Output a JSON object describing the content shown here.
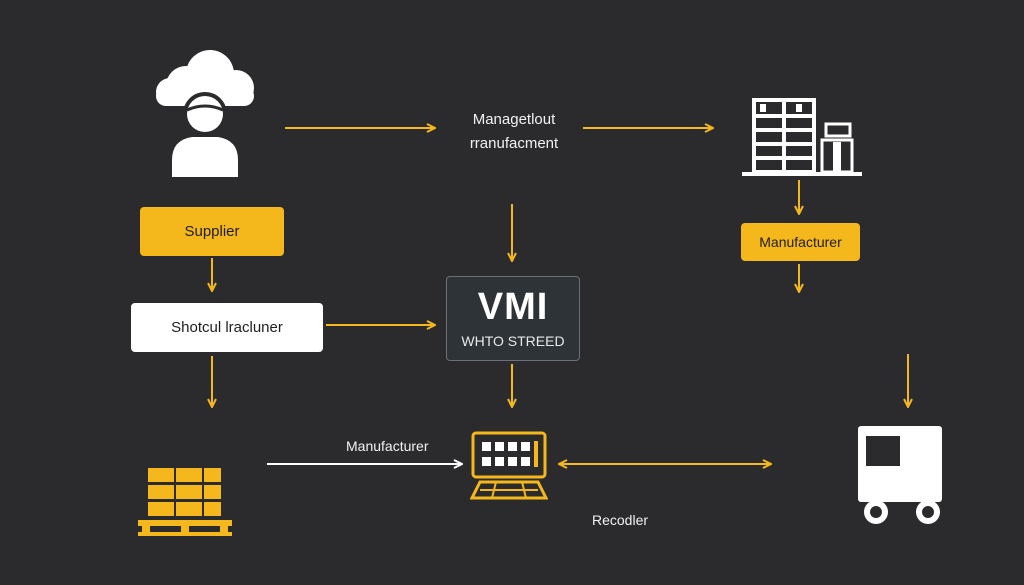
{
  "colors": {
    "background": "#2b2b2d",
    "accent": "#f5b81c",
    "white": "#ffffff"
  },
  "top_center_text": {
    "line1": "Managetlout",
    "line2": "rranufacment"
  },
  "supplier_box": {
    "label": "Supplier"
  },
  "left_white_box": {
    "label": "Shotcul lracluner"
  },
  "manufacturer_box": {
    "label": "Manufacturer"
  },
  "vmi_box": {
    "title": "VMI",
    "subtitle": "WHTO STREED"
  },
  "bottom_arrow_label": "Manufacturer",
  "bottom_caption": "Recodler",
  "icons": [
    "supplier-person-cloud-icon",
    "factory-building-icon",
    "pallet-boxes-icon",
    "keyboard-terminal-icon",
    "delivery-truck-icon"
  ]
}
